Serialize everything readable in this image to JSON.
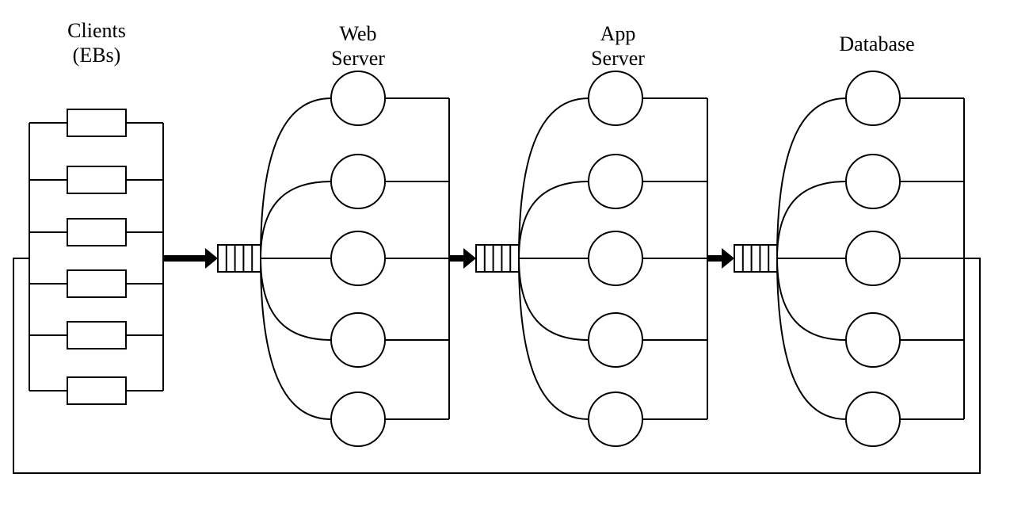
{
  "diagram": {
    "tiers": [
      {
        "key": "clients",
        "label_line1": "Clients",
        "label_line2": "(EBs)"
      },
      {
        "key": "web",
        "label_line1": "Web",
        "label_line2": "Server"
      },
      {
        "key": "app",
        "label_line1": "App",
        "label_line2": "Server"
      },
      {
        "key": "db",
        "label_line1": "Database",
        "label_line2": ""
      }
    ],
    "client_count": 6,
    "servers_per_tier": 5,
    "queue_slots": 4
  }
}
